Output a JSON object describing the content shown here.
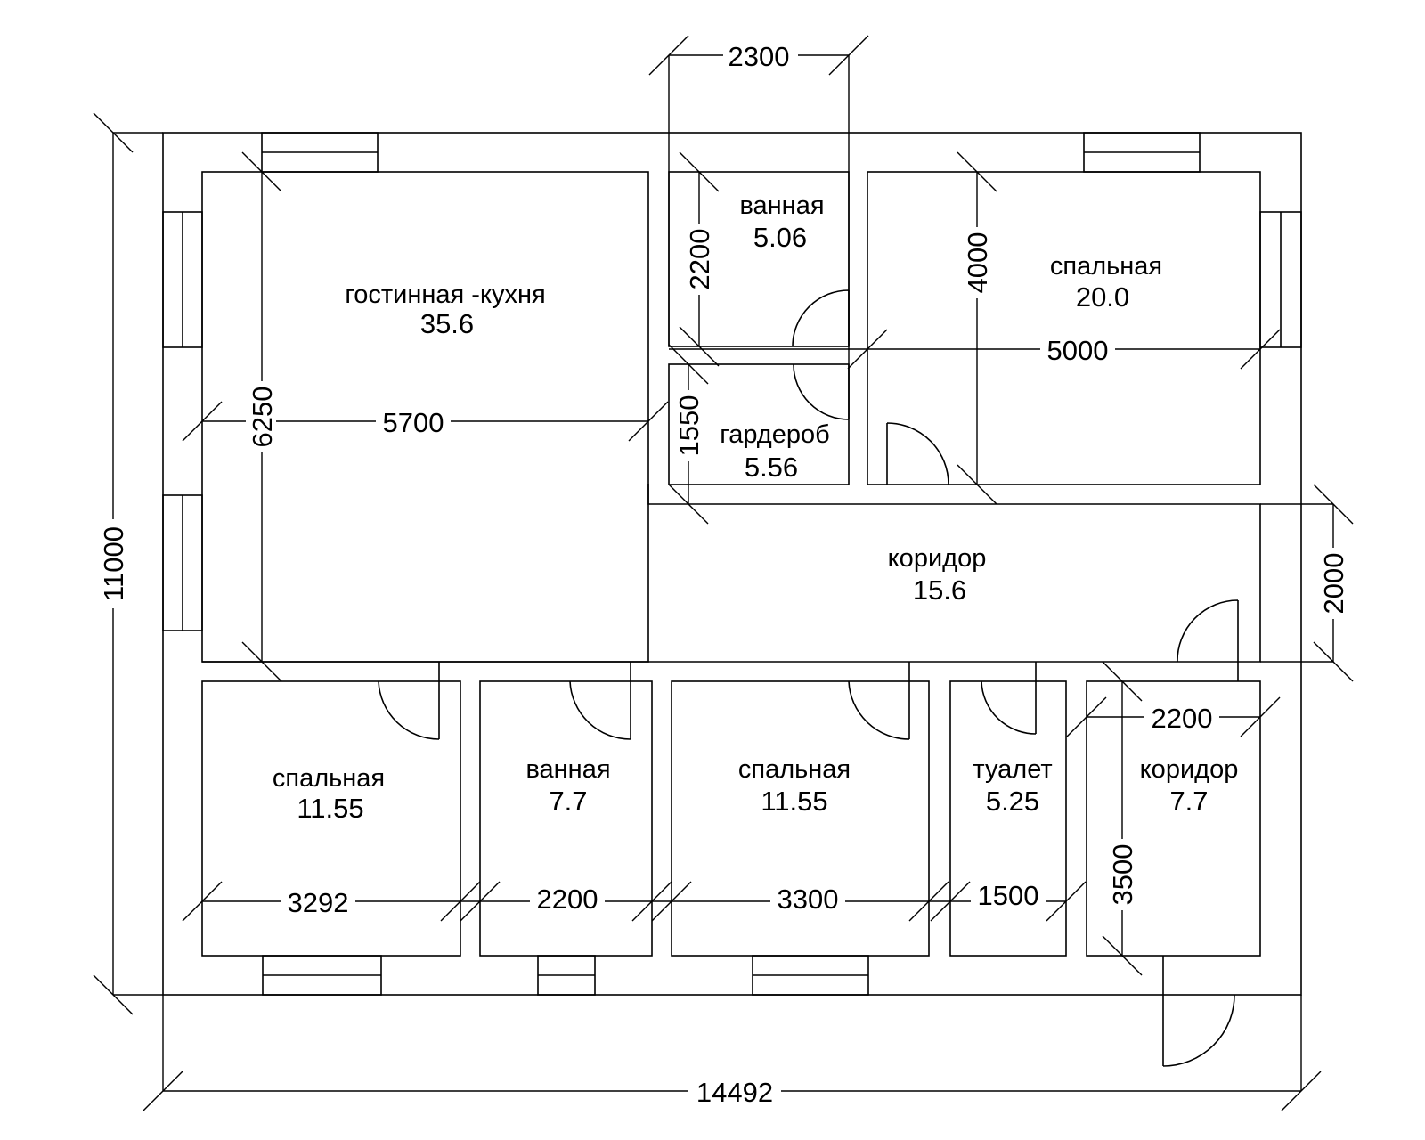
{
  "rooms": {
    "living_kitchen": {
      "name": "гостинная -кухня",
      "area": "35.6"
    },
    "bath_top": {
      "name": "ванная",
      "area": "5.06"
    },
    "bedroom_top": {
      "name": "спальная",
      "area": "20.0"
    },
    "wardrobe": {
      "name": "гардероб",
      "area": "5.56"
    },
    "corridor_main": {
      "name": "коридор",
      "area": "15.6"
    },
    "bedroom_1": {
      "name": "спальная",
      "area": "11.55"
    },
    "bath_bottom": {
      "name": "ванная",
      "area": "7.7"
    },
    "bedroom_2": {
      "name": "спальная",
      "area": "11.55"
    },
    "toilet": {
      "name": "туалет",
      "area": "5.25"
    },
    "corridor_entry": {
      "name": "коридор",
      "area": "7.7"
    }
  },
  "dimensions": {
    "total_width": "14492",
    "total_height": "11000",
    "bath_top_width": "2300",
    "bath_top_height": "2200",
    "bedroom_top_height": "4000",
    "bedroom_top_width": "5000",
    "living_width": "5700",
    "living_height": "6250",
    "wardrobe_height": "1550",
    "corridor_width": "2000",
    "corridor_entry_width": "2200",
    "corridor_entry_height": "3500",
    "bedroom_1_width": "3292",
    "bath_bottom_width": "2200",
    "bedroom_2_width": "3300",
    "toilet_width": "1500"
  }
}
